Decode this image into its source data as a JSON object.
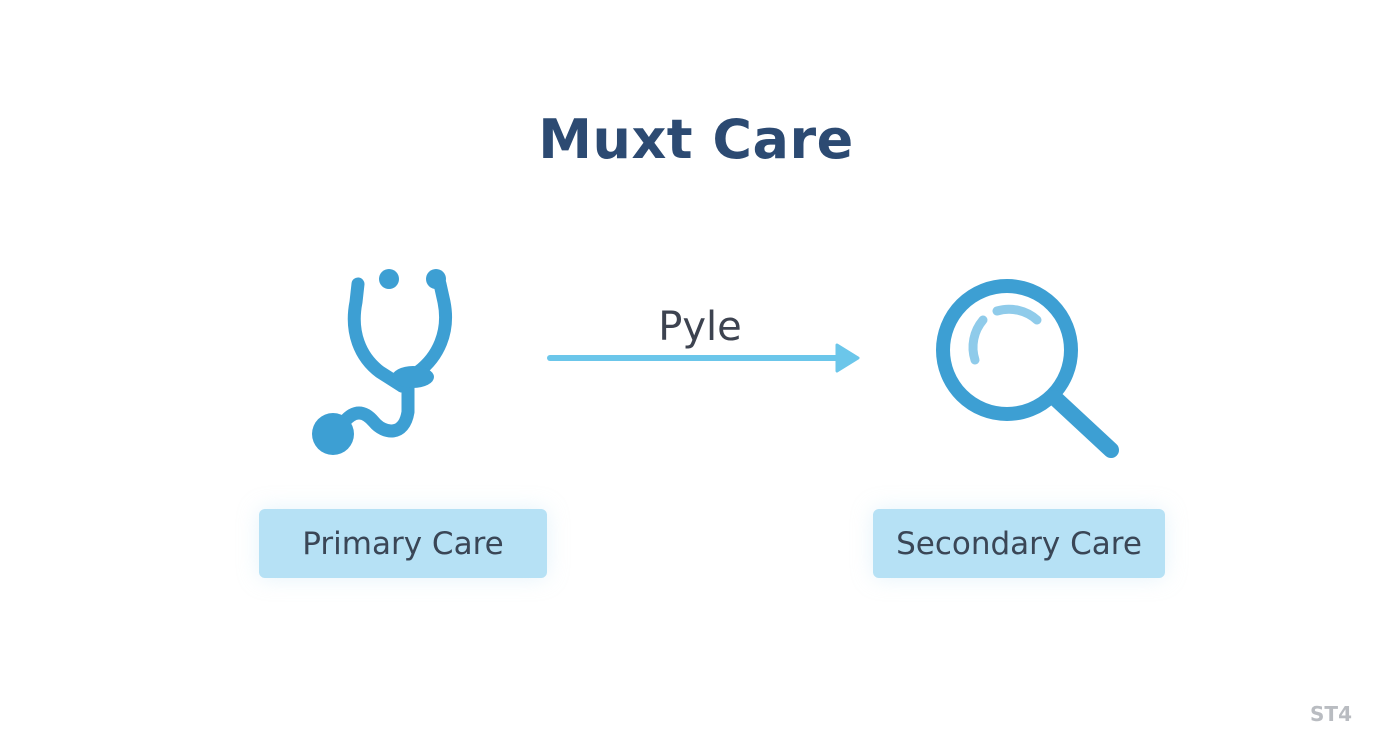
{
  "title": "Muxt Care",
  "arrow": {
    "label": "Pyle"
  },
  "nodes": [
    {
      "label": "Primary Care",
      "icon": "stethoscope-icon"
    },
    {
      "label": "Secondary Care",
      "icon": "magnifier-icon"
    }
  ],
  "corner_mark": "ST4",
  "colors": {
    "title": "#2c4a72",
    "icon": "#3d9fd3",
    "icon_light": "#8fcbea",
    "arrow": "#6bc6ea",
    "box_fill": "#b6e1f5",
    "box_text": "#3a4656"
  }
}
